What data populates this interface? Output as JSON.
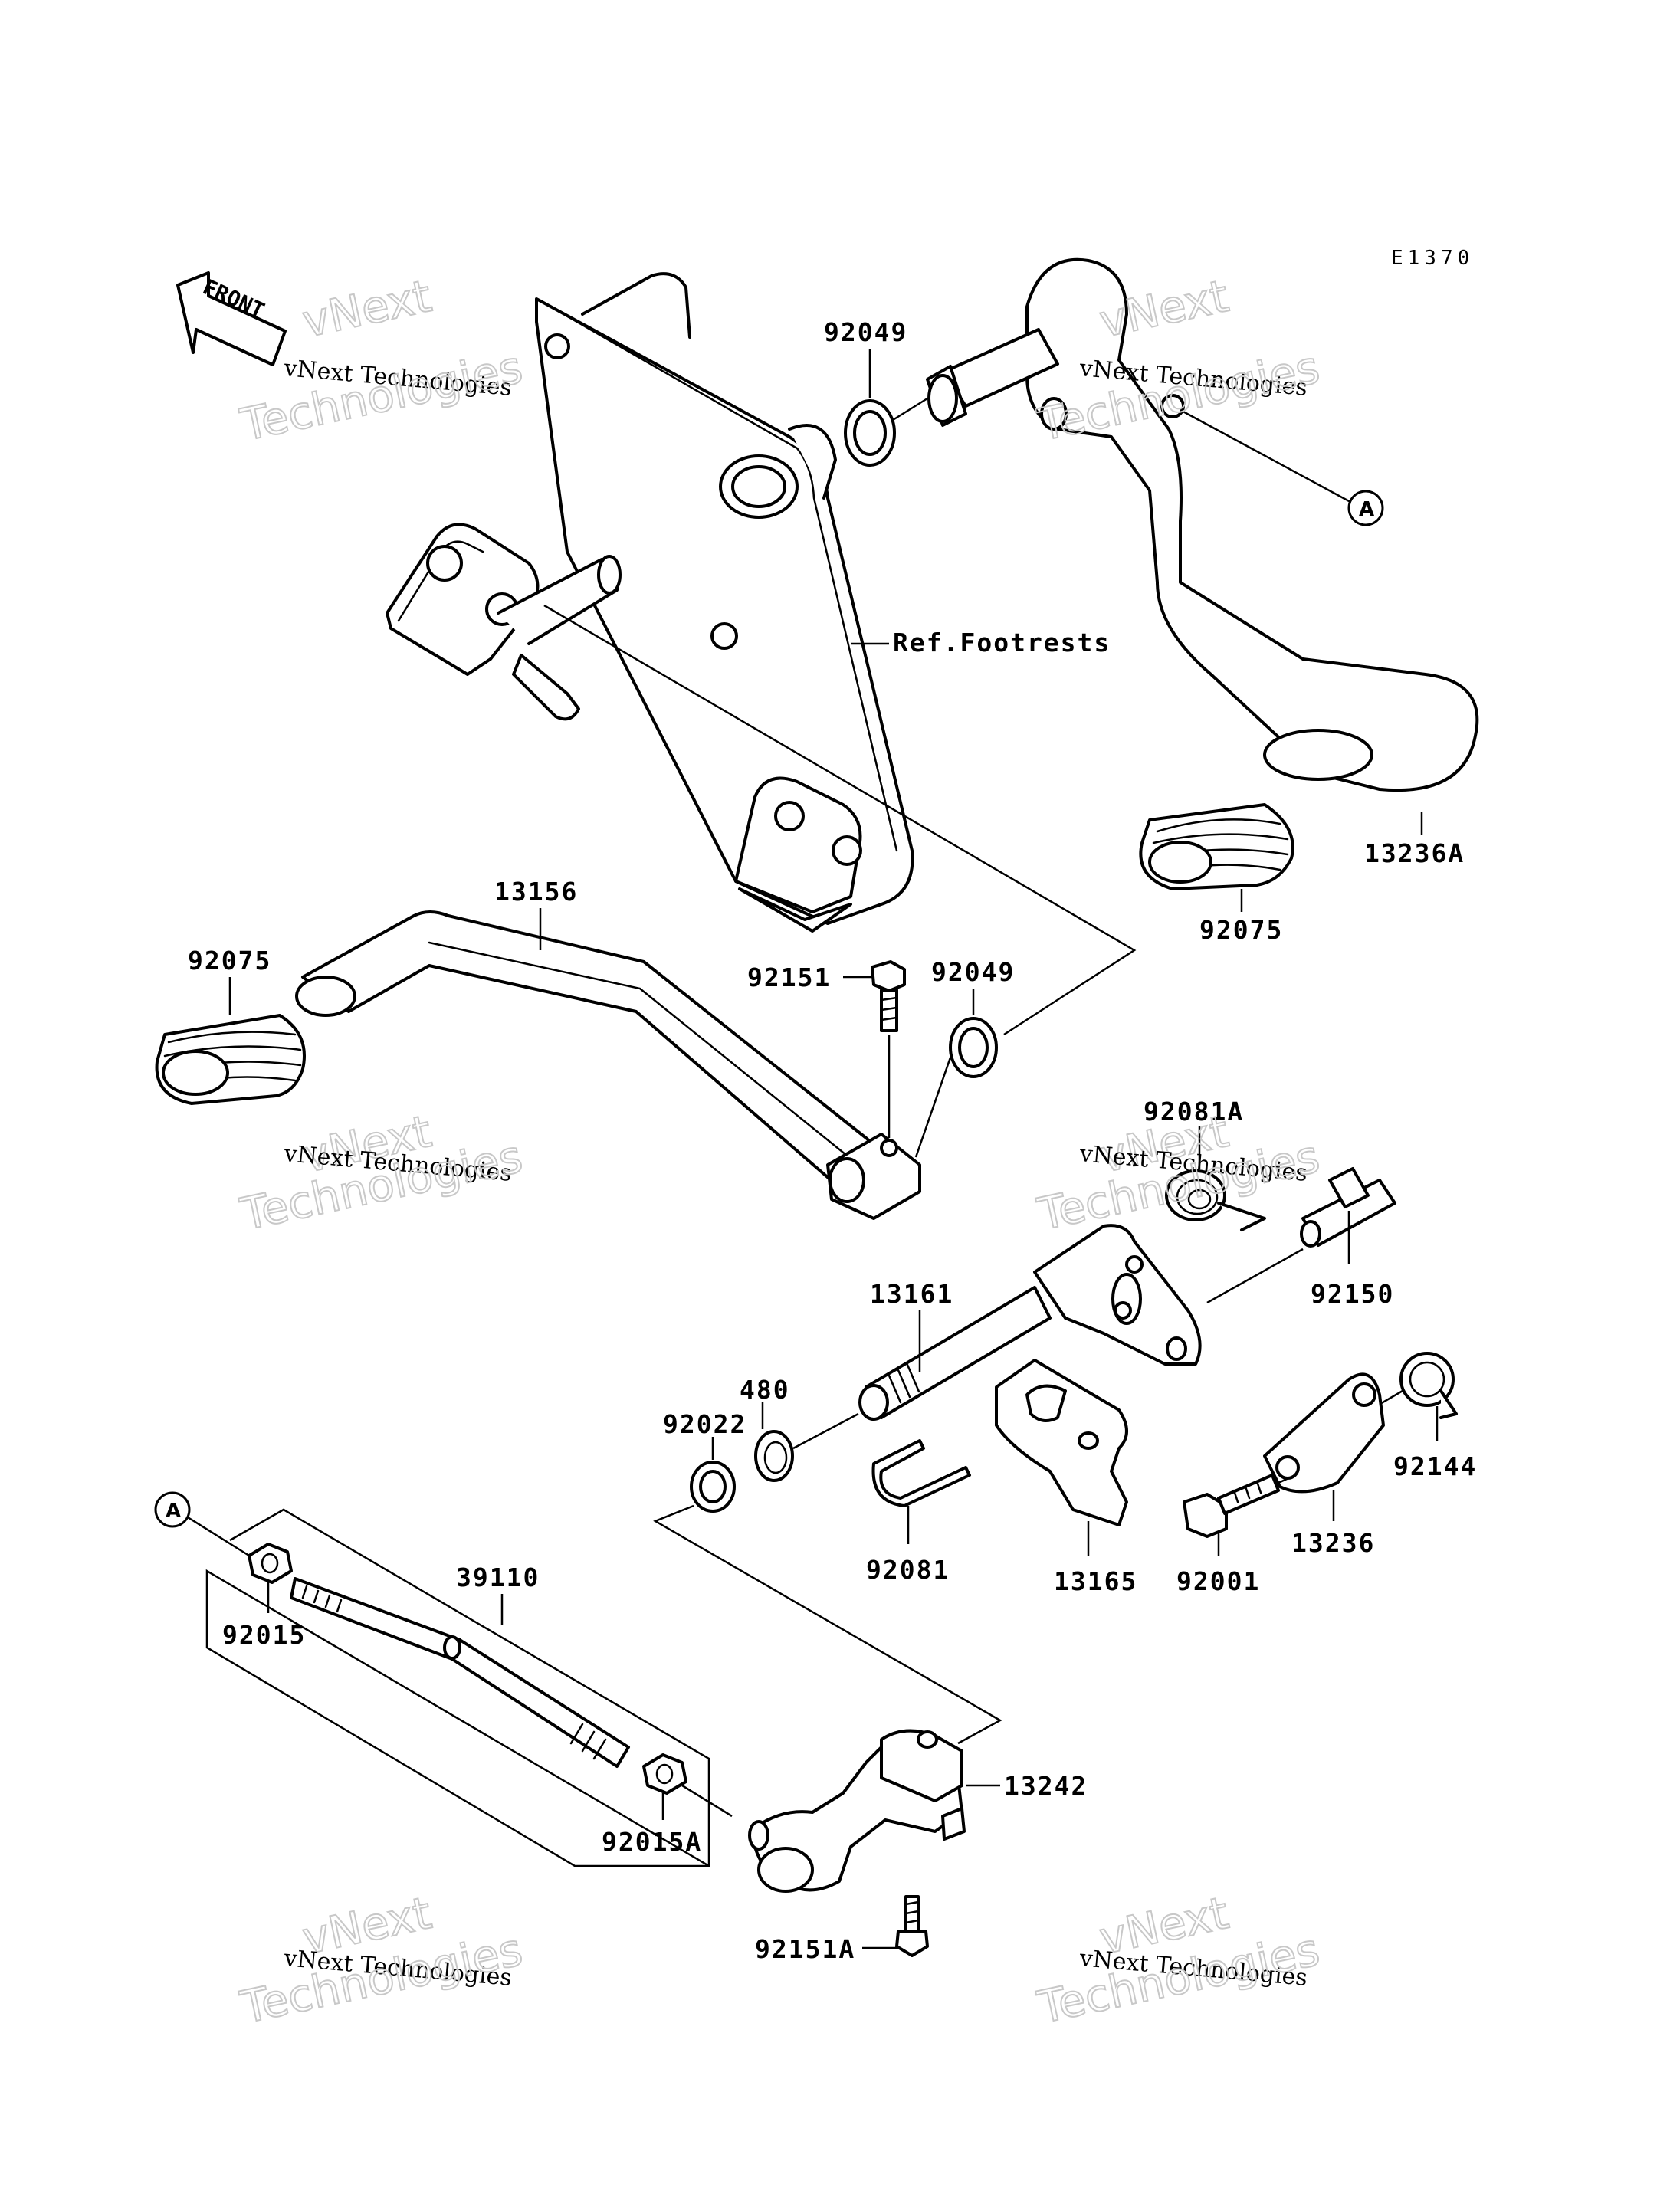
{
  "diagram_code": "E1370",
  "front_label": "FRONT",
  "reference_label": "Ref.Footrests",
  "callout_a": "A",
  "parts": {
    "p92049_top": "92049",
    "p92049_mid": "92049",
    "p13236A": "13236A",
    "p92075_right": "92075",
    "p92075_left": "92075",
    "p13156": "13156",
    "p92151": "92151",
    "p92081A": "92081A",
    "p92150": "92150",
    "p13161": "13161",
    "p480": "480",
    "p92022": "92022",
    "p92144": "92144",
    "p13236": "13236",
    "p92081": "92081",
    "p13165": "13165",
    "p92001": "92001",
    "p39110": "39110",
    "p92015": "92015",
    "p13242": "13242",
    "p92015A": "92015A",
    "p92151A": "92151A"
  },
  "watermark": {
    "line1": "vNext",
    "line2": "vNext Technologies",
    "line3": "Technologies"
  }
}
